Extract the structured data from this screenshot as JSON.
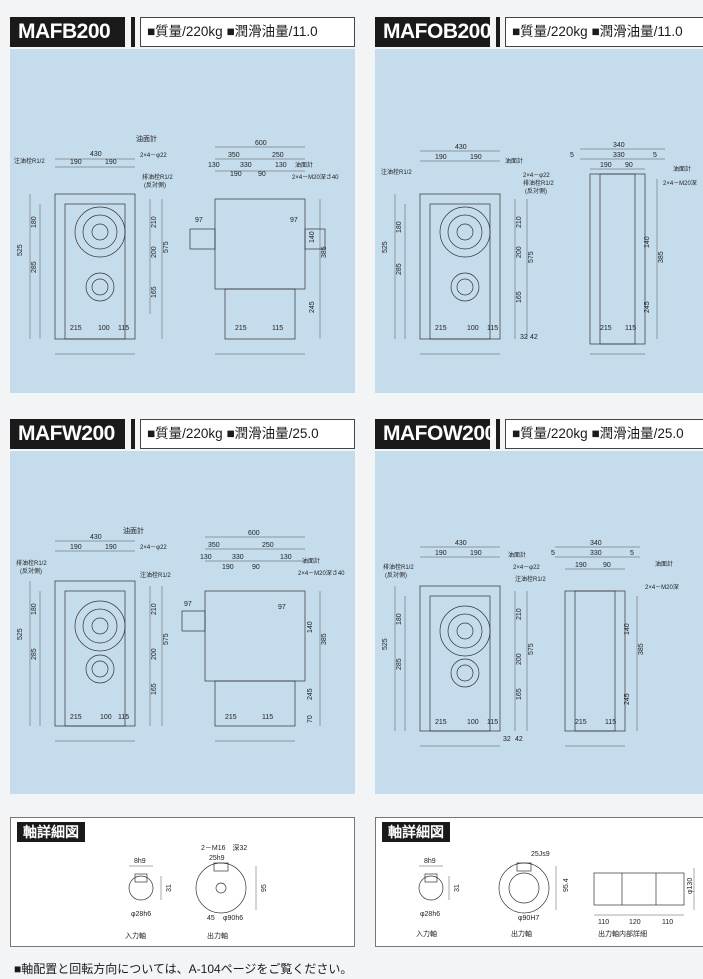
{
  "sections": [
    {
      "id": "mafb200",
      "model": "MAFB200",
      "mass_label": "■質量/220kg",
      "oil_label": "■潤滑油量/11.0"
    },
    {
      "id": "mafob200",
      "model": "MAFOB200",
      "mass_label": "■質量/220kg",
      "oil_label": "■潤滑油量/11.0"
    },
    {
      "id": "mafw200",
      "model": "MAFW200",
      "mass_label": "■質量/220kg",
      "oil_label": "■潤滑油量/25.0"
    },
    {
      "id": "mafow200",
      "model": "MAFOW200",
      "mass_label": "■質量/220kg",
      "oil_label": "■潤滑油量/25.0"
    }
  ],
  "labels": {
    "oil_gauge": "油面計",
    "oil_filler": "注油栓R1/2",
    "oil_drain": "排油栓R1/2",
    "opposite_side": "(反対側)",
    "bolt_holes": "2×4－φ22",
    "tapped_holes": "2×4－M20深さ40",
    "tapped_holes_short": "2×4－M20深"
  },
  "dims": {
    "d430": "430",
    "d190": "190",
    "d600": "600",
    "d350": "350",
    "d250": "250",
    "d130": "130",
    "d5": "5",
    "d330": "330",
    "d90": "90",
    "d97": "97",
    "d210": "210",
    "d180": "180",
    "d525": "525",
    "d285": "285",
    "d200": "200",
    "d575": "575",
    "d165": "165",
    "d140": "140",
    "d385": "385",
    "d245": "245",
    "d70": "70",
    "d215": "215",
    "d100": "100",
    "d115": "115",
    "d32": "32",
    "d42": "42",
    "d340": "340"
  },
  "shaft_detail": {
    "title": "軸詳細図",
    "key_width_in": "8h9",
    "key_height_in": "31",
    "diameter_in": "φ28h6",
    "input_shaft": "入力軸",
    "tapped": "2－M16　深32",
    "key_width_out": "25h9",
    "key_height_out": "95",
    "depth_45": "45",
    "diameter_out": "φ90h6",
    "output_shaft": "出力軸",
    "key_width_out_hollow": "25Js9",
    "key_height_out_hollow": "95.4",
    "diameter_out_hollow": "φ90H7",
    "hollow_detail": "出力軸内部詳細",
    "d110": "110",
    "d120": "120",
    "d130": "φ130"
  },
  "footnote": "■軸配置と回転方向については、A-104ページをご覧ください。"
}
